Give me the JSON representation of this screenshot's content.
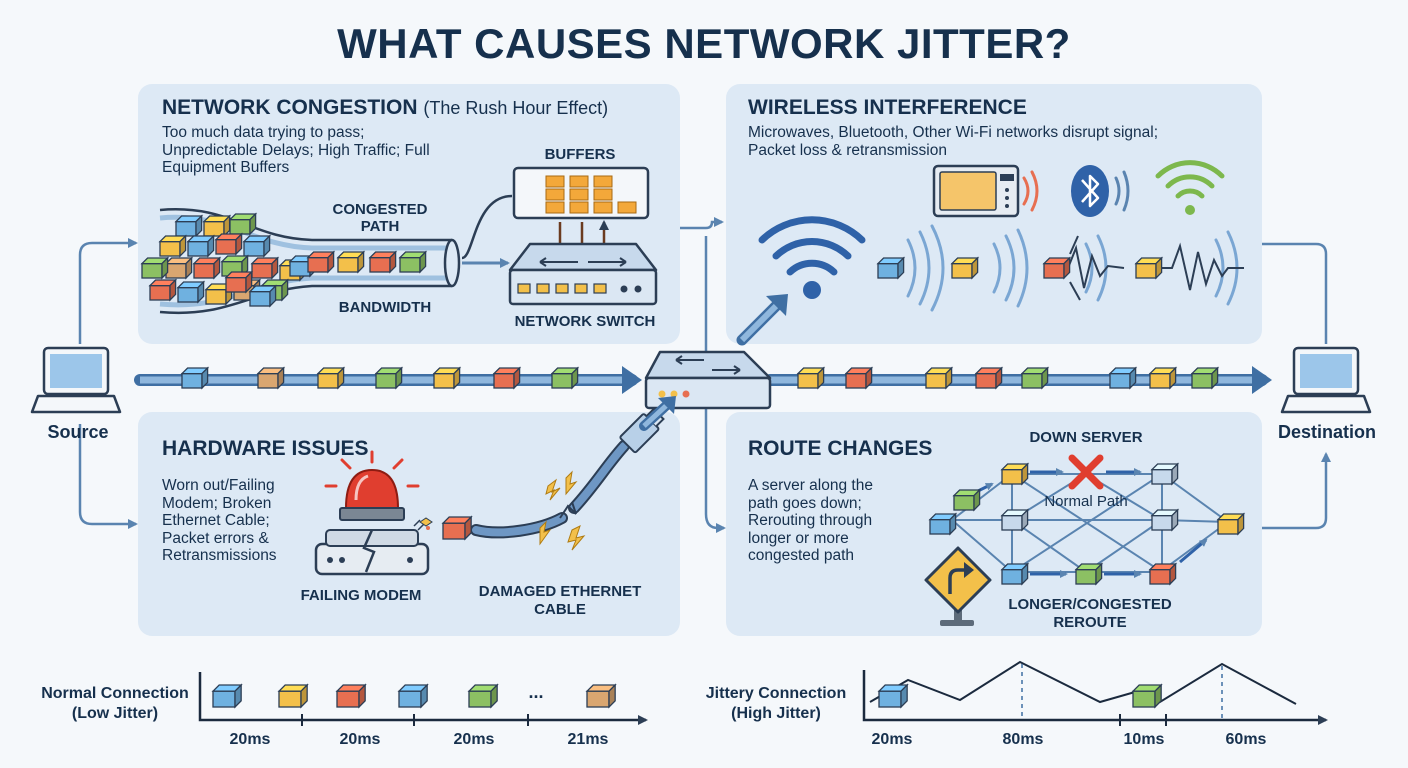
{
  "title": "WHAT CAUSES NETWORK JITTER?",
  "endpoints": {
    "source": "Source",
    "destination": "Destination"
  },
  "congestion": {
    "heading": "NETWORK CONGESTION",
    "subheading": "(The Rush Hour Effect)",
    "description": "Too much data trying to pass; Unpredictable Delays; High Traffic; Full Equipment Buffers",
    "buffers_label": "BUFFERS",
    "congested_path_label": "CONGESTED PATH",
    "bandwidth_label": "BANDWIDTH",
    "switch_label": "NETWORK SWITCH"
  },
  "wireless": {
    "heading": "WIRELESS INTERFERENCE",
    "description": "Microwaves, Bluetooth, Other Wi-Fi networks disrupt signal; Packet loss & retransmission",
    "icons": [
      "microwave-icon",
      "bluetooth-icon",
      "wifi-icon"
    ]
  },
  "hardware": {
    "heading": "HARDWARE ISSUES",
    "description": "Worn out/Failing Modem; Broken Ethernet Cable; Packet errors & Retransmissions",
    "modem_label": "FAILING MODEM",
    "cable_label": "DAMAGED ETHERNET CABLE"
  },
  "routes": {
    "heading": "ROUTE CHANGES",
    "description": "A server along the path goes down; Rerouting through longer or more congested path",
    "down_server_label": "DOWN SERVER",
    "normal_path_label": "Normal Path",
    "reroute_label": "LONGER/CONGESTED REROUTE"
  },
  "timelines": {
    "normal": {
      "label": "Normal Connection (Low Jitter)",
      "times": [
        "20ms",
        "20ms",
        "20ms",
        "21ms"
      ],
      "ellipsis": "..."
    },
    "jittery": {
      "label": "Jittery Connection (High Jitter)",
      "times": [
        "20ms",
        "80ms",
        "10ms",
        "60ms"
      ]
    }
  },
  "colors": {
    "panel": "#dde9f5",
    "line": "#5a84b0",
    "text": "#16304d",
    "packet_blue": "#6fb1e0",
    "packet_yellow": "#f3c04a",
    "packet_red": "#e76f51",
    "packet_green": "#8cc063",
    "packet_tan": "#d9a670",
    "alert_red": "#e03e2f",
    "wifi_green": "#7db84d"
  }
}
